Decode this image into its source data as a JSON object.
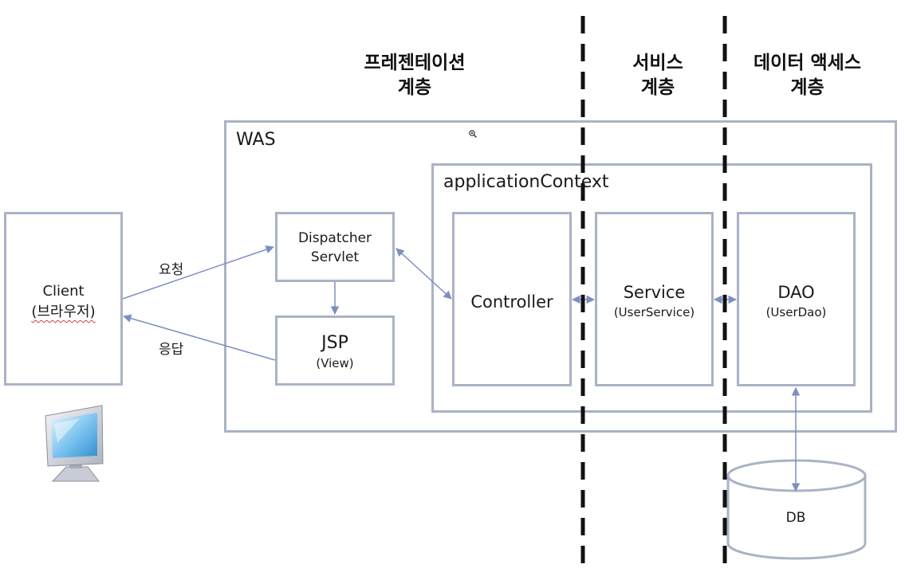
{
  "layers": {
    "presentation": {
      "line1": "프레젠테이션",
      "line2": "계층"
    },
    "service": {
      "line1": "서비스",
      "line2": "계층"
    },
    "data_access": {
      "line1": "데이터 액세스",
      "line2": "계층"
    }
  },
  "containers": {
    "was": "WAS",
    "application_context": "applicationContext"
  },
  "nodes": {
    "client": {
      "line1": "Client",
      "line2": "(브라우저)"
    },
    "dispatcher": {
      "line1": "Dispatcher",
      "line2": "Servlet"
    },
    "jsp": {
      "title": "JSP",
      "subtitle": "(View)"
    },
    "controller": {
      "title": "Controller"
    },
    "service": {
      "title": "Service",
      "subtitle": "(UserService)"
    },
    "dao": {
      "title": "DAO",
      "subtitle": "(UserDao)"
    },
    "db": {
      "title": "DB"
    }
  },
  "edges": {
    "request": "요청",
    "response": "응답"
  },
  "icons": [
    "monitor-icon",
    "zoom-cursor-icon"
  ],
  "colors": {
    "box_border": "#a9b3c6",
    "arrow": "#7d8fbf",
    "divider": "#111111"
  }
}
